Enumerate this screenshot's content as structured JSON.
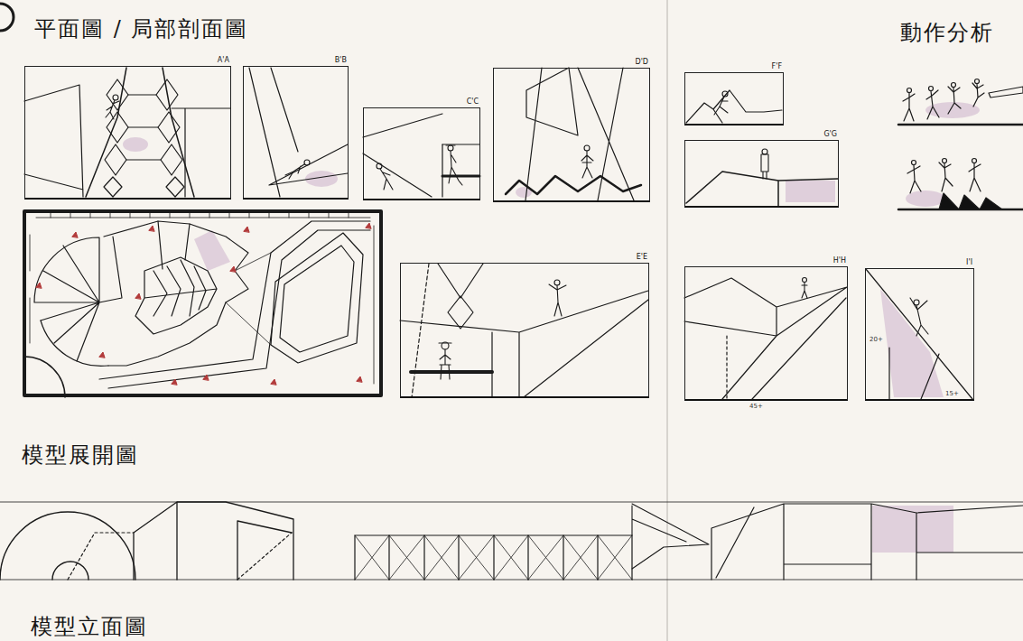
{
  "diagram": {
    "title": "平面圖 / 局部剖面圖",
    "nodes": [
      {
        "text": [
          "A'A"
        ]
      },
      {
        "text": [
          "B'B"
        ]
      },
      {
        "text": [
          "C'C"
        ]
      },
      {
        "text": [
          "D'D"
        ]
      },
      {
        "text": [
          "E'E"
        ]
      },
      {
        "text": [
          "F'F"
        ]
      },
      {
        "text": [
          "G'G"
        ]
      },
      {
        "text": [
          "H'H"
        ]
      },
      {
        "text": [
          "I'I"
        ]
      }
    ],
    "labels": [
      "模型展開圖",
      "模型立面圖",
      "動作分析",
      "45+",
      "15+",
      "20+"
    ]
  }
}
